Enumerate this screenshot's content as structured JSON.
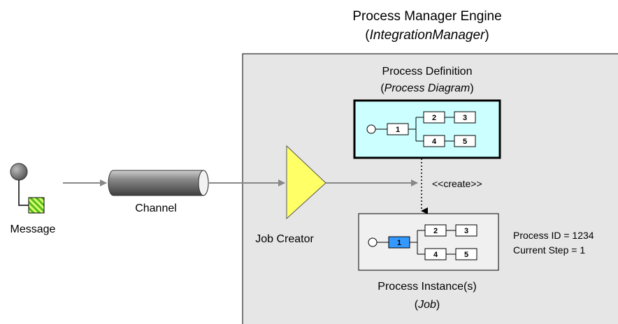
{
  "engine": {
    "title": "Process Manager Engine",
    "subtitle_open": "(",
    "subtitle_italic": "IntegrationManager",
    "subtitle_close": ")"
  },
  "message": {
    "label": "Message"
  },
  "channel": {
    "label": "Channel"
  },
  "job_creator": {
    "label": "Job Creator"
  },
  "definition": {
    "title": "Process Definition",
    "subtitle_open": "(",
    "subtitle_italic": "Process Diagram",
    "subtitle_close": ")",
    "steps": [
      "1",
      "2",
      "3",
      "4",
      "5"
    ]
  },
  "create_label": "<<create>>",
  "instance": {
    "title": "Process Instance(s)",
    "subtitle_open": "(",
    "subtitle_italic": "Job",
    "subtitle_close": ")",
    "steps": [
      "1",
      "2",
      "3",
      "4",
      "5"
    ],
    "process_id": "Process ID = 1234",
    "current_step": "Current Step = 1"
  },
  "colors": {
    "engine_bg": "#e6e6e6",
    "definition_bg": "#ccffff",
    "instance_bg": "#f0f0f0",
    "triangle": "#ffff66",
    "message_square": "#66cc33",
    "highlight_step": "#3399ff",
    "arrow": "#888888"
  }
}
